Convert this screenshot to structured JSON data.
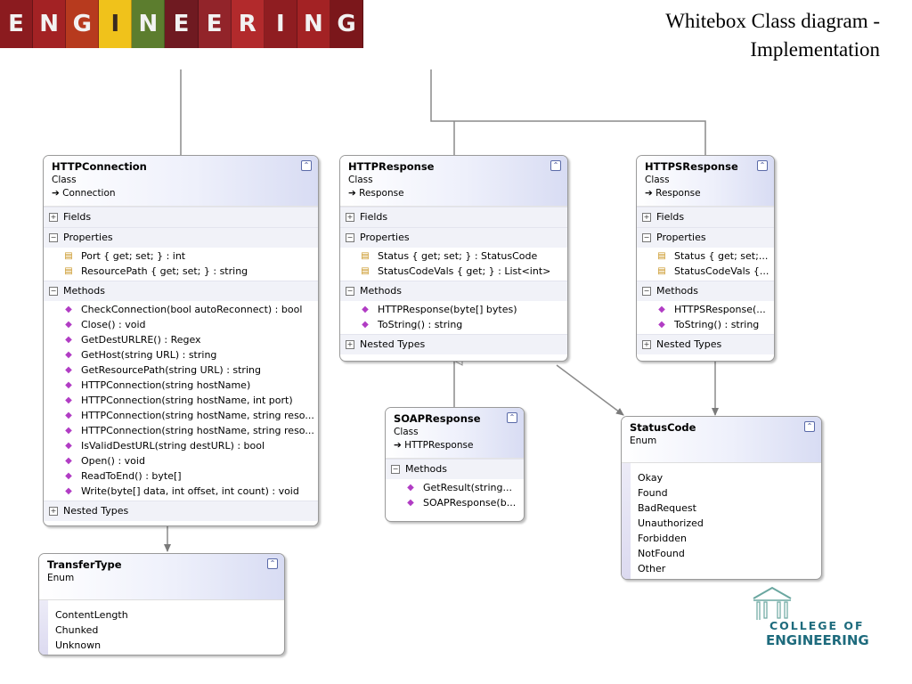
{
  "banner": {
    "letters": [
      "E",
      "N",
      "G",
      "I",
      "N",
      "E",
      "E",
      "R",
      "I",
      "N",
      "G"
    ],
    "colors": [
      "#8b1b1f",
      "#a32224",
      "#b73a1e",
      "#f0c21b",
      "#5c7d2e",
      "#6f1a21",
      "#92242a",
      "#b22a2c",
      "#8f1d21",
      "#a32224",
      "#7b171b"
    ]
  },
  "slide": {
    "title_line1": "Whitebox Class diagram -",
    "title_line2": "Implementation"
  },
  "http_connection": {
    "name": "HTTPConnection",
    "kind": "Class",
    "base": "Connection",
    "fields_label": "Fields",
    "properties_label": "Properties",
    "properties": [
      "Port { get; set; } : int",
      "ResourcePath { get; set; } : string"
    ],
    "methods_label": "Methods",
    "methods": [
      "CheckConnection(bool autoReconnect) : bool",
      "Close() : void",
      "GetDestURLRE() : Regex",
      "GetHost(string URL) : string",
      "GetResourcePath(string URL) : string",
      "HTTPConnection(string hostName)",
      "HTTPConnection(string hostName, int port)",
      "HTTPConnection(string  hostName,  string  reso...",
      "HTTPConnection(string  hostName,  string  reso...",
      "IsValidDestURL(string destURL) : bool",
      "Open() : void",
      "ReadToEnd() : byte[]",
      "Write(byte[] data, int offset, int count) : void"
    ],
    "nested_label": "Nested Types"
  },
  "http_response": {
    "name": "HTTPResponse",
    "kind": "Class",
    "base": "Response",
    "fields_label": "Fields",
    "properties_label": "Properties",
    "properties": [
      "Status { get; set; } : StatusCode",
      "StatusCodeVals { get; } : List<int>"
    ],
    "methods_label": "Methods",
    "methods": [
      "HTTPResponse(byte[] bytes)",
      "ToString() : string"
    ],
    "nested_label": "Nested Types"
  },
  "https_response": {
    "name": "HTTPSResponse",
    "kind": "Class",
    "base": "Response",
    "fields_label": "Fields",
    "properties_label": "Properties",
    "properties": [
      "Status { get; set;...",
      "StatusCodeVals  {..."
    ],
    "methods_label": "Methods",
    "methods": [
      "HTTPSResponse(...",
      "ToString() : string"
    ],
    "nested_label": "Nested Types"
  },
  "soap_response": {
    "name": "SOAPResponse",
    "kind": "Class",
    "base": "HTTPResponse",
    "methods_label": "Methods",
    "methods": [
      "GetResult(string...",
      "SOAPResponse(b..."
    ]
  },
  "status_code": {
    "name": "StatusCode",
    "kind": "Enum",
    "values": [
      "Okay",
      "Found",
      "BadRequest",
      "Unauthorized",
      "Forbidden",
      "NotFound",
      "Other"
    ]
  },
  "transfer_type": {
    "name": "TransferType",
    "kind": "Enum",
    "values": [
      "ContentLength",
      "Chunked",
      "Unknown"
    ]
  },
  "logo": {
    "line1": "COLLEGE OF",
    "line2": "ENGINEERING"
  }
}
